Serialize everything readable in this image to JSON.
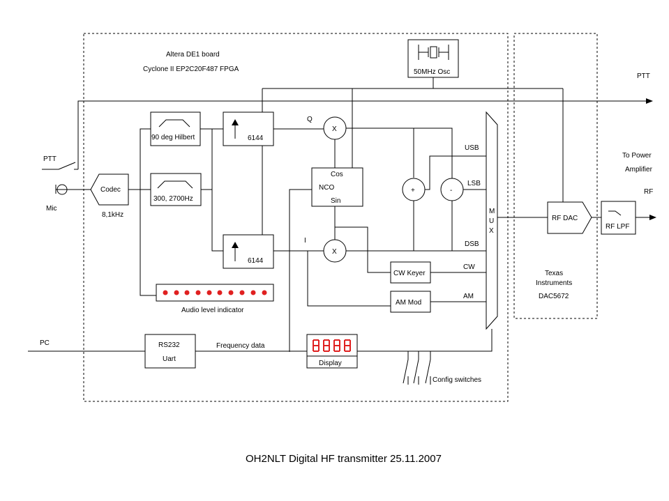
{
  "board": {
    "line1": "Altera DE1 board",
    "line2": "Cyclone II EP2C20F487 FPGA"
  },
  "blocks": {
    "osc": "50MHz Osc",
    "hilbert": "90 deg Hilbert",
    "bandpass": "300, 2700Hz",
    "codec": "Codec",
    "codec_rate": "8,1kHz",
    "interp_q": "6144",
    "interp_i": "6144",
    "nco_cos": "Cos",
    "nco_label": "NCO",
    "nco_sin": "Sin",
    "mixer_symbol": "X",
    "adder_plus": "+",
    "adder_minus": "-",
    "cw_keyer": "CW Keyer",
    "am_mod": "AM Mod",
    "audio_level": "Audio level indicator",
    "rs232_line1": "RS232",
    "rs232_line2": "Uart",
    "display": "Display",
    "config_switches": "Config switches",
    "mux": [
      "M",
      "U",
      "X"
    ],
    "rf_dac": "RF DAC",
    "rf_lpf": "RF LPF"
  },
  "signals": {
    "q": "Q",
    "i": "I",
    "usb": "USB",
    "lsb": "LSB",
    "dsb": "DSB",
    "cw": "CW",
    "am": "AM",
    "freq_data": "Frequency data"
  },
  "io": {
    "ptt_in": "PTT",
    "mic": "Mic",
    "pc": "PC",
    "ptt_out": "PTT",
    "to_power": "To Power",
    "amplifier": "Amplifier",
    "rf": "RF"
  },
  "ti": {
    "line1": "Texas",
    "line2": "Instruments",
    "line3": "DAC5672"
  },
  "title": "OH2NLT Digital HF transmitter 25.11.2007",
  "colors": {
    "led": "#e02020",
    "line": "#000000"
  }
}
